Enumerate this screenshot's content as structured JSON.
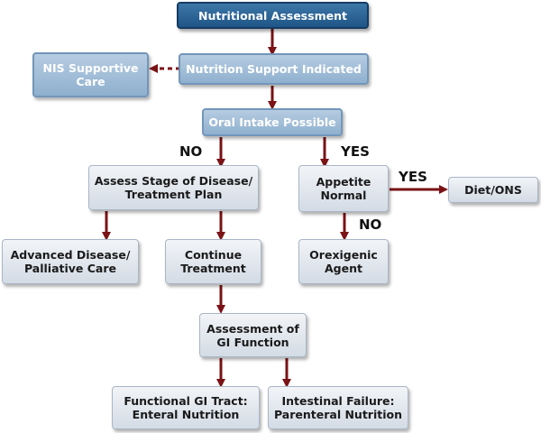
{
  "colors": {
    "arrow": "#7a1216",
    "dark_box": "#2a639a",
    "medium_box": "#9db9d6",
    "light_box": "#e3e8ee"
  },
  "nodes": {
    "nutritional_assessment": "Nutritional Assessment",
    "nutrition_support_indicated": "Nutrition Support Indicated",
    "nis_supportive_care": "NIS Supportive\nCare",
    "oral_intake_possible": "Oral Intake Possible",
    "assess_stage": "Assess Stage of Disease/\nTreatment Plan",
    "appetite_normal": "Appetite\nNormal",
    "diet_ons": "Diet/ONS",
    "advanced_disease": "Advanced Disease/\nPalliative Care",
    "continue_treatment": "Continue\nTreatment",
    "orexigenic_agent": "Orexigenic\nAgent",
    "assessment_gi": "Assessment of\nGI Function",
    "functional_gi": "Functional GI Tract:\nEnteral Nutrition",
    "intestinal_failure": "Intestinal Failure:\nParenteral Nutrition"
  },
  "edge_labels": {
    "oral_no": "NO",
    "oral_yes": "YES",
    "appetite_yes": "YES",
    "appetite_no": "NO"
  },
  "edges": [
    {
      "from": "Nutritional Assessment",
      "to": "Nutrition Support Indicated",
      "style": "solid"
    },
    {
      "from": "Nutrition Support Indicated",
      "to": "NIS Supportive Care",
      "style": "dashed"
    },
    {
      "from": "Nutrition Support Indicated",
      "to": "Oral Intake Possible",
      "style": "solid"
    },
    {
      "from": "Oral Intake Possible",
      "to": "Assess Stage of Disease/Treatment Plan",
      "label": "NO",
      "style": "solid"
    },
    {
      "from": "Oral Intake Possible",
      "to": "Appetite Normal",
      "label": "YES",
      "style": "solid"
    },
    {
      "from": "Appetite Normal",
      "to": "Diet/ONS",
      "label": "YES",
      "style": "solid"
    },
    {
      "from": "Appetite Normal",
      "to": "Orexigenic Agent",
      "label": "NO",
      "style": "solid"
    },
    {
      "from": "Assess Stage of Disease/Treatment Plan",
      "to": "Advanced Disease/Palliative Care",
      "style": "solid"
    },
    {
      "from": "Assess Stage of Disease/Treatment Plan",
      "to": "Continue Treatment",
      "style": "solid"
    },
    {
      "from": "Continue Treatment",
      "to": "Assessment of GI Function",
      "style": "solid"
    },
    {
      "from": "Assessment of GI Function",
      "to": "Functional GI Tract: Enteral Nutrition",
      "style": "solid"
    },
    {
      "from": "Assessment of GI Function",
      "to": "Intestinal Failure: Parenteral Nutrition",
      "style": "solid"
    }
  ]
}
